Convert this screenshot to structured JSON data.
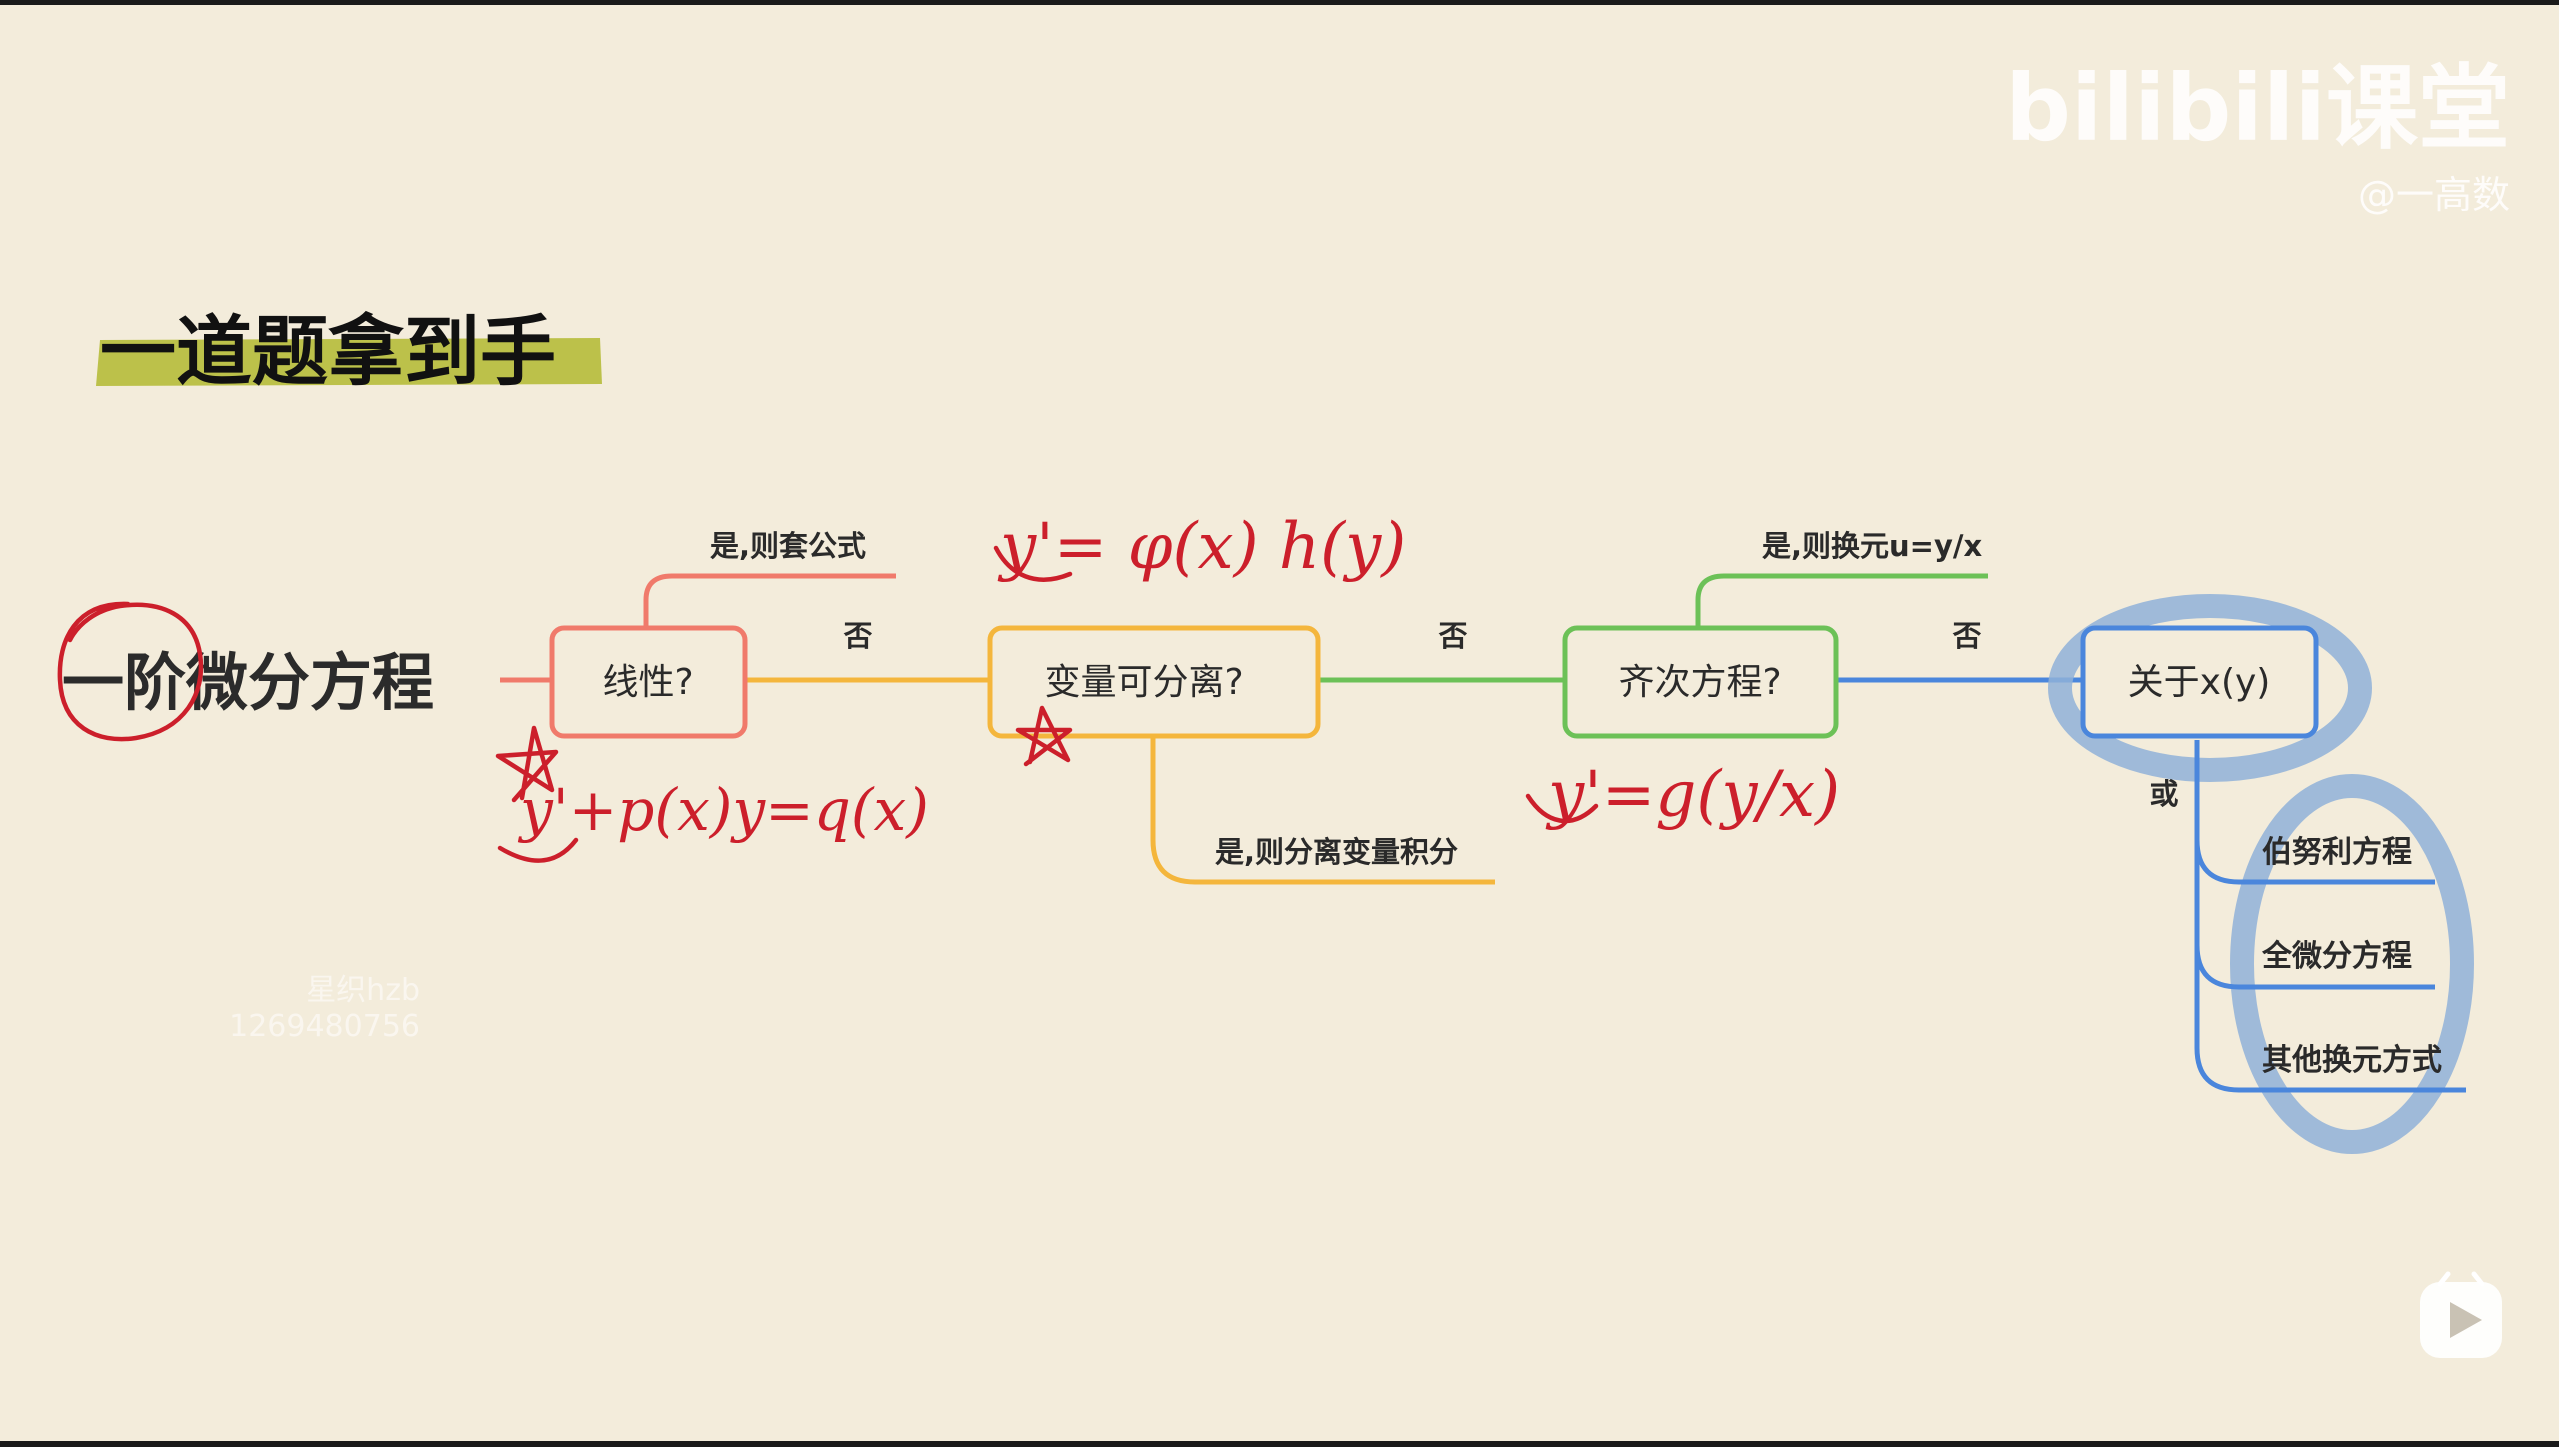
{
  "title": "一道题拿到手",
  "root": {
    "label": "一阶微分方程"
  },
  "nodes": {
    "linear": {
      "label": "线性?",
      "yes": "是,则套公式"
    },
    "separable": {
      "label": "变量可分离?",
      "yes": "是,则分离变量积分"
    },
    "homogeneous": {
      "label": "齐次方程?",
      "yes": "是,则换元u=y/x"
    },
    "about_xy": {
      "label": "关于x(y)",
      "or": "或"
    }
  },
  "no_label": "否",
  "subitems": [
    "伯努利方程",
    "全微分方程",
    "其他换元方式"
  ],
  "handwriting": {
    "separable_formula": "y'= φ(x) h(y)",
    "linear_formula": "y'+p(x)y=q(x)",
    "homogeneous_formula": "y'=g(y/x)"
  },
  "watermark": {
    "brand": "bilibili课堂",
    "author": "@一高数",
    "faint_name": "星织hzb",
    "faint_id": "1269480756"
  },
  "colors": {
    "background": "#f3ecdb",
    "red": "#f07a6b",
    "orange": "#f4b63c",
    "green": "#6cc157",
    "blue": "#4a86dc",
    "ink": "#cc1f2b",
    "highlight": "#8fb2d8",
    "title_highlight": "#b6bd3a"
  }
}
